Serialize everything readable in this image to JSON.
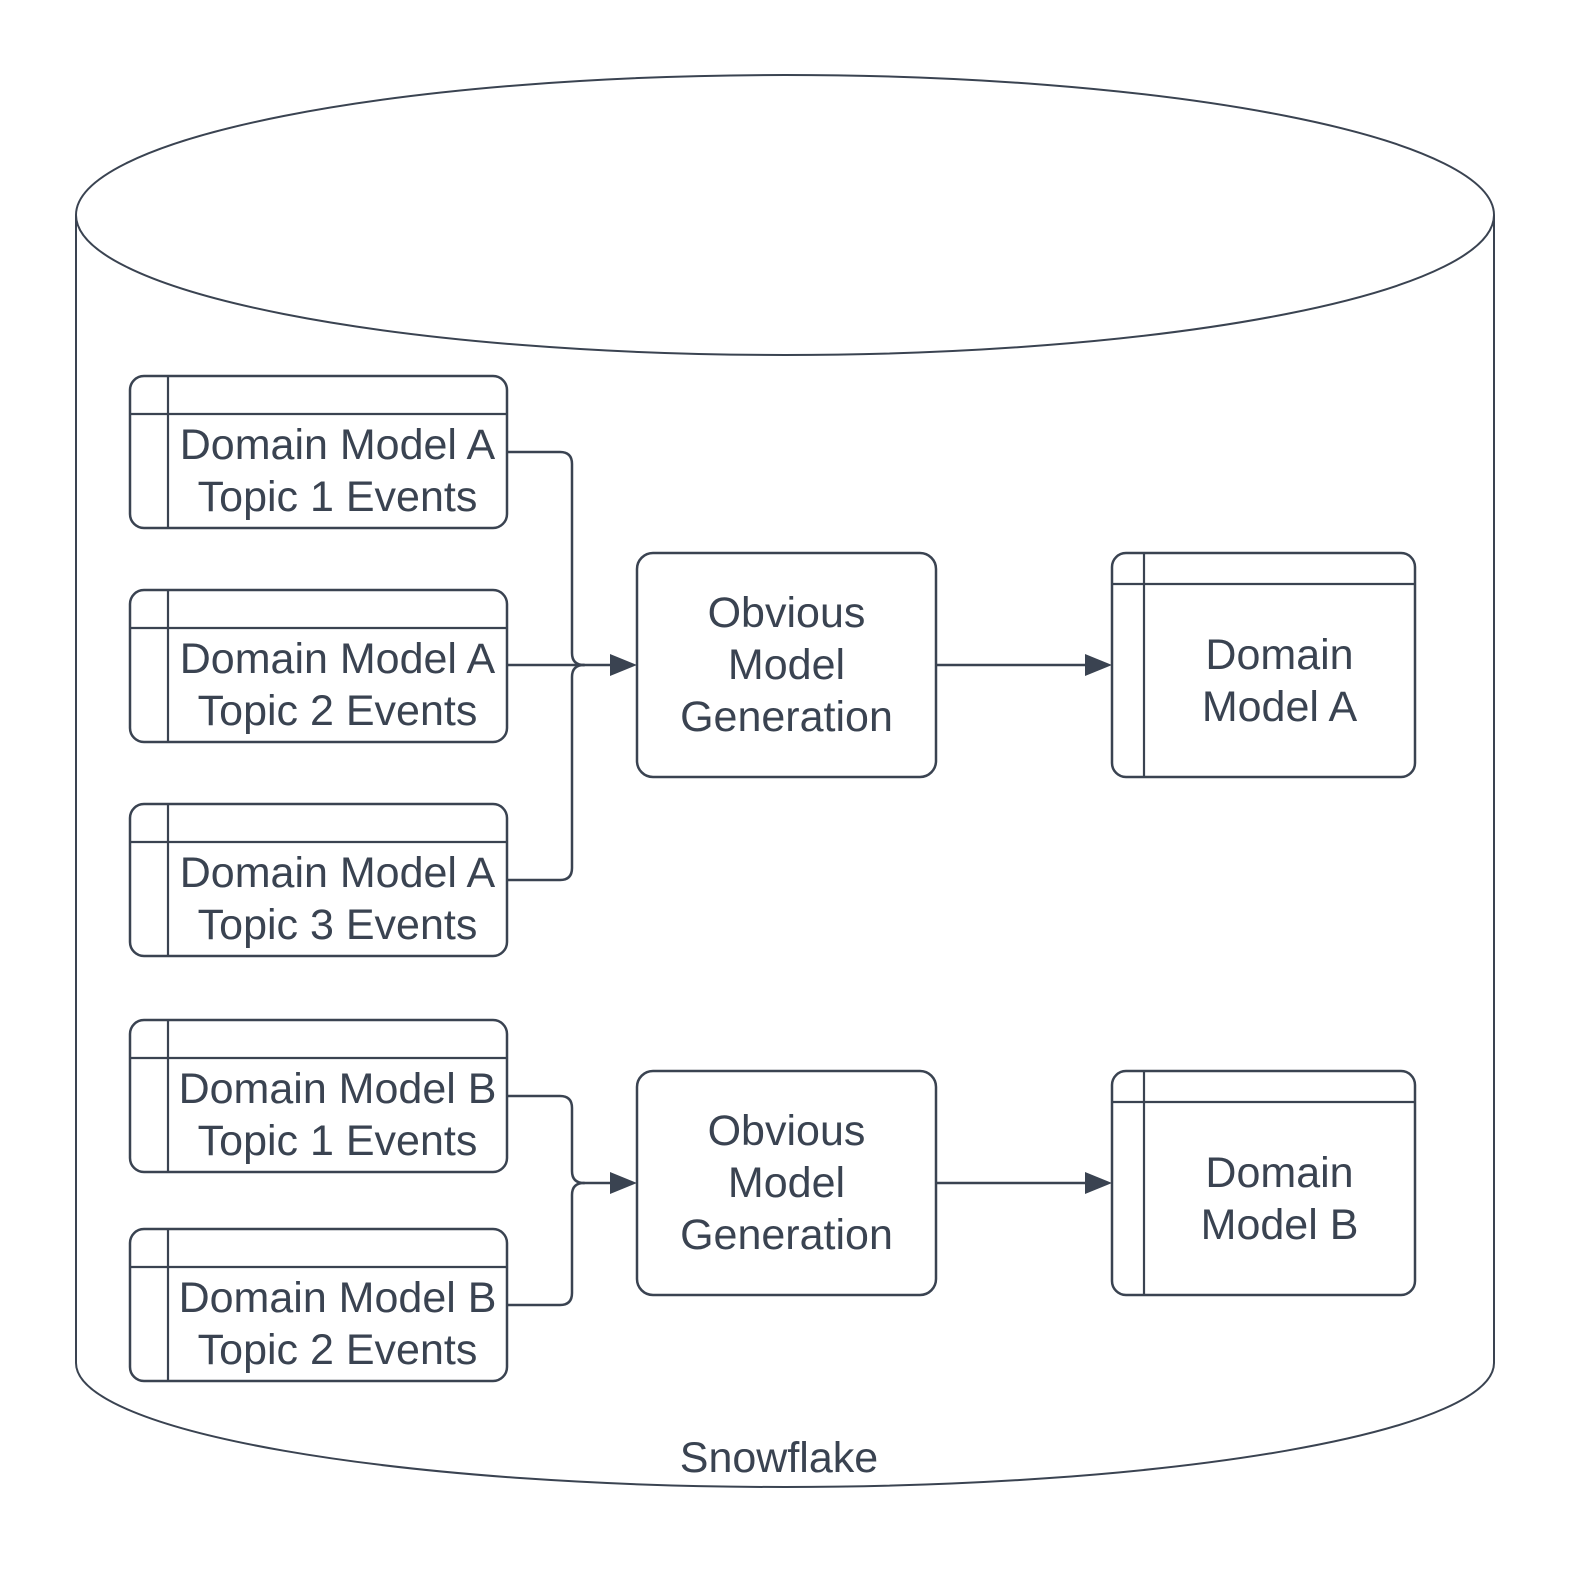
{
  "diagram": {
    "type": "flow-diagram",
    "colors": {
      "stroke": "#3a4351",
      "text": "#3a4351",
      "background": "#ffffff"
    },
    "cylinder_label": "Snowflake",
    "source_tables": [
      {
        "label": "Domain Model A\nTopic 1 Events"
      },
      {
        "label": "Domain Model A\nTopic 2 Events"
      },
      {
        "label": "Domain Model A\nTopic 3 Events"
      },
      {
        "label": "Domain Model B\nTopic 1 Events"
      },
      {
        "label": "Domain Model B\nTopic 2 Events"
      }
    ],
    "processes": [
      {
        "label": "Obvious\nModel\nGeneration"
      },
      {
        "label": "Obvious\nModel\nGeneration"
      }
    ],
    "output_tables": [
      {
        "label": "Domain\nModel A"
      },
      {
        "label": "Domain\nModel B"
      }
    ]
  }
}
